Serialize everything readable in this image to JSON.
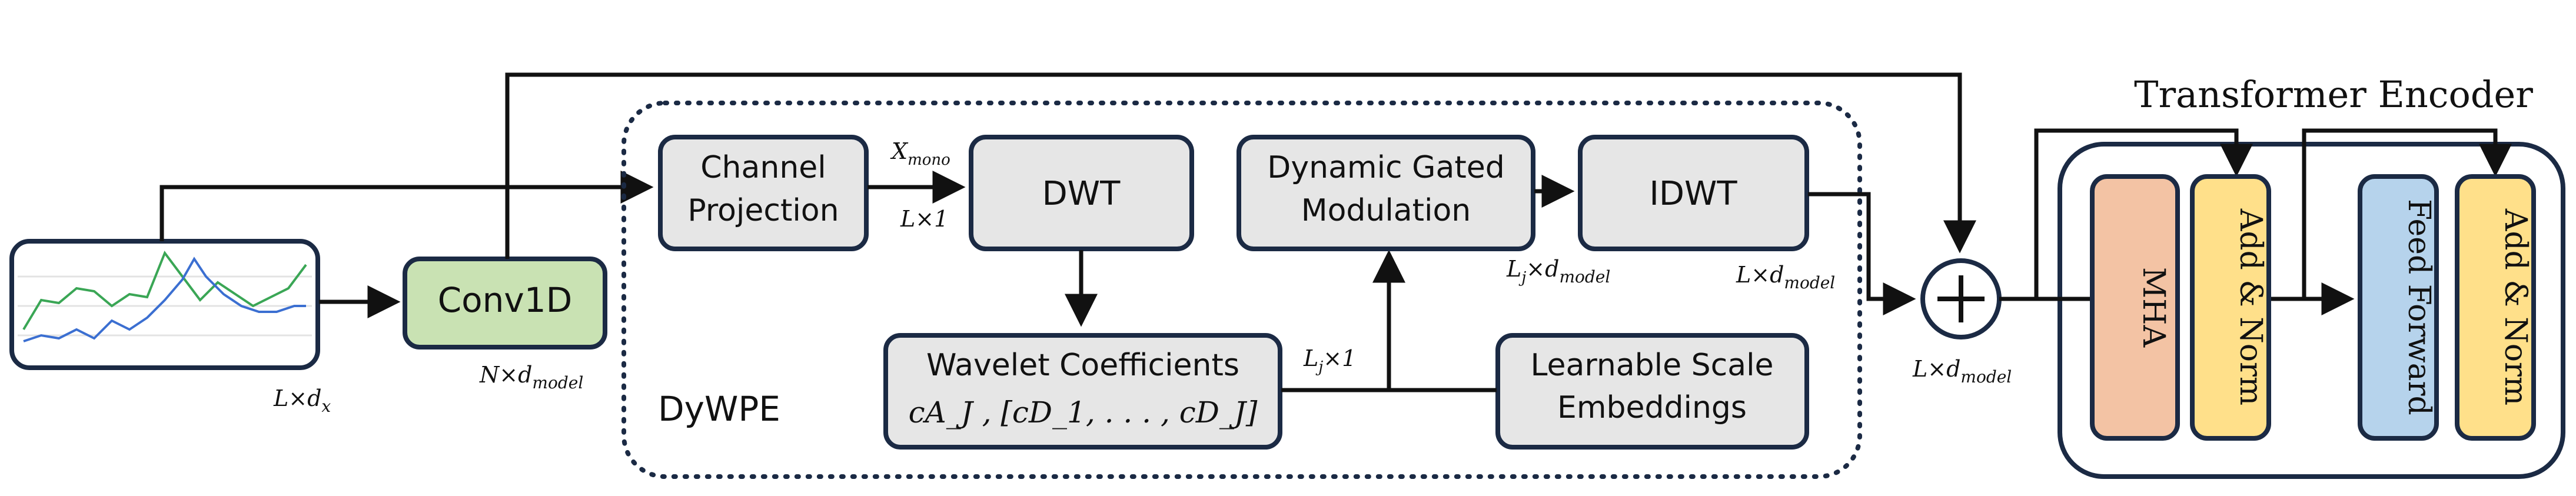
{
  "colors": {
    "stroke": "#1b2a44",
    "gray_box": "#e6e6e6",
    "conv_green": "#c9e2b3",
    "mha_orange": "#f3c3a4",
    "addnorm_yellow": "#ffe08a",
    "ff_blue": "#b6d3ec",
    "series_green": "#3aa655",
    "series_blue": "#3b6fd1"
  },
  "input": {
    "dim_base": "L×d",
    "dim_sub": "x"
  },
  "conv": {
    "label": "Conv1D",
    "dim_base": "N×d",
    "dim_sub": "model"
  },
  "dywpe": {
    "label": "DyWPE",
    "channel_projection": [
      "Channel",
      "Projection"
    ],
    "x_mono_base": "X",
    "x_mono_sub": "mono",
    "l_by_1": "L×1",
    "dwt": "DWT",
    "wavelet_line1": "Wavelet Coefficients",
    "wavelet_line2": "cA_J , [cD_1, . . . , cD_J]",
    "lj_by_1_base": "L",
    "lj_by_1_sub": "j",
    "lj_by_1_rest": "×1",
    "dynamic_gated": [
      "Dynamic Gated",
      "Modulation"
    ],
    "learnable_scale": [
      "Learnable Scale",
      "Embeddings"
    ],
    "idwt": "IDWT",
    "lj_dmodel_base": "L",
    "lj_dmodel_sub": "j",
    "lj_dmodel_mid": "×d",
    "lj_dmodel_sub2": "model",
    "l_dmodel_base": "L×d",
    "l_dmodel_sub": "model"
  },
  "sum": {
    "dim_base": "L×d",
    "dim_sub": "model"
  },
  "encoder": {
    "title": "Transformer Encoder",
    "mha": "MHA",
    "add_norm_1": "Add & Norm",
    "feed_forward": "Feed Forward",
    "add_norm_2": "Add & Norm"
  }
}
